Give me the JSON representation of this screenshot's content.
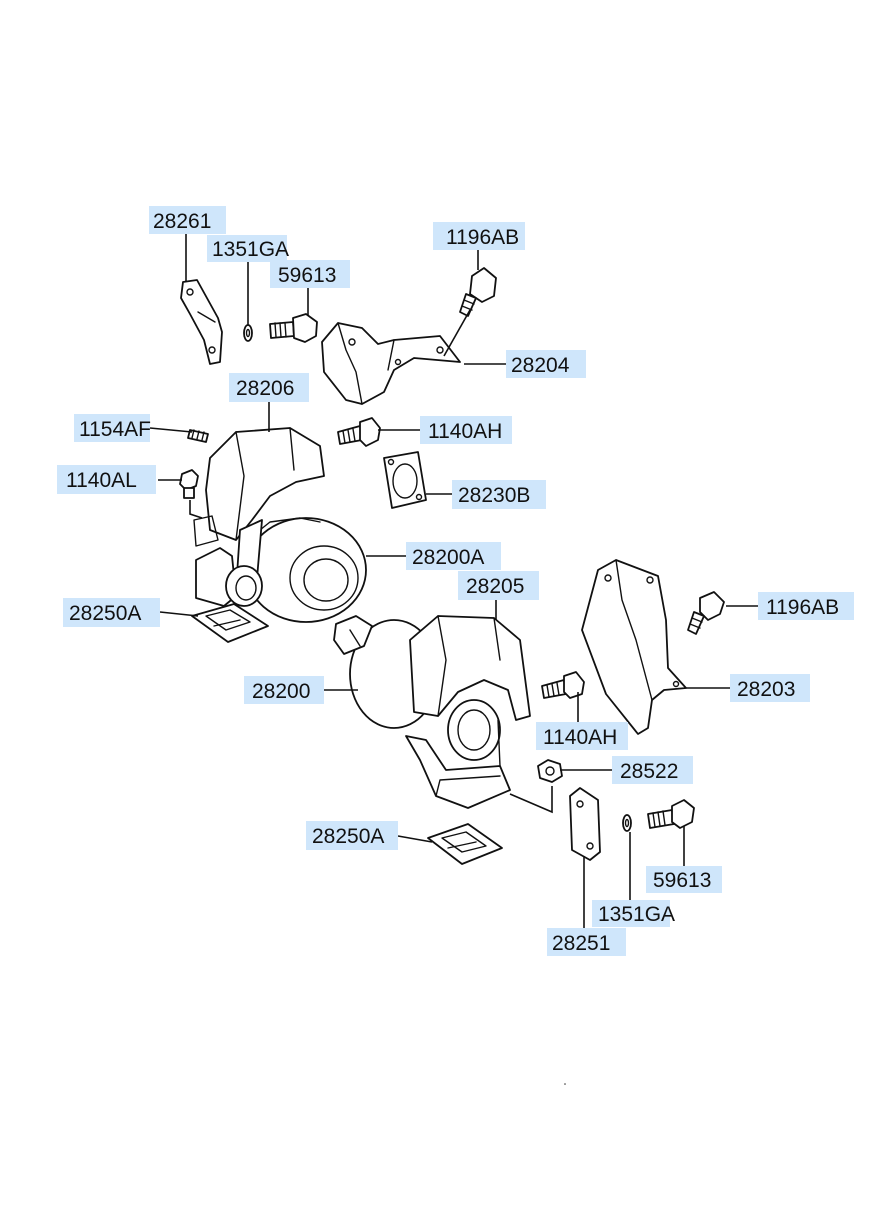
{
  "labels": {
    "p28261": "28261",
    "p1351GA_top": "1351GA",
    "p59613_top": "59613",
    "p1196AB_top": "1196AB",
    "p28204": "28204",
    "p28206": "28206",
    "p1154AF": "1154AF",
    "p1140AH_top": "1140AH",
    "p1140AL": "1140AL",
    "p28230B": "28230B",
    "p28200A": "28200A",
    "p28205": "28205",
    "p28250A_top": "28250A",
    "p1196AB_right": "1196AB",
    "p28200": "28200",
    "p28203": "28203",
    "p1140AH_bottom": "1140AH",
    "p28522": "28522",
    "p28250A_bottom": "28250A",
    "p59613_bottom": "59613",
    "p1351GA_bottom": "1351GA",
    "p28251": "28251"
  },
  "colors": {
    "label_background": "#cfe6fb",
    "line": "#111111"
  }
}
